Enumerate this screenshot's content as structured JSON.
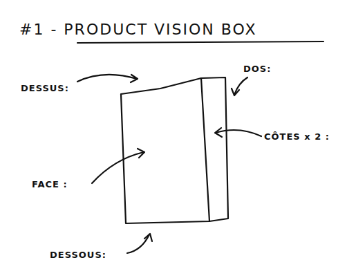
{
  "diagram": {
    "title": "#1 - PRODUCT VISION BOX",
    "labels": [
      "DESSUS:",
      "DOS:",
      "FACE :",
      "CÔTES x 2 :",
      "DESSOUS:"
    ]
  }
}
